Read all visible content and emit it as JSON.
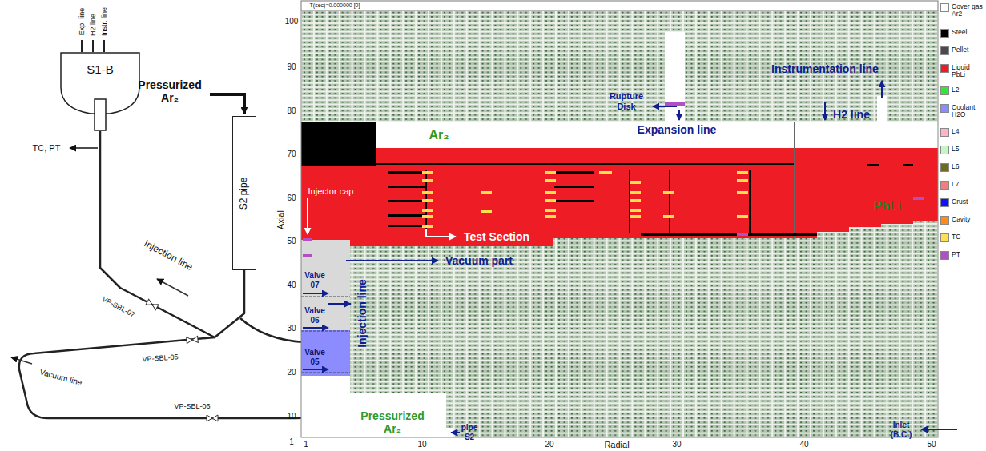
{
  "diagram": {
    "nodes": [
      {
        "text": [
          "S1-B"
        ]
      },
      {
        "text": [
          "S2 pipe"
        ]
      }
    ],
    "edges": [
      {
        "from": 1,
        "to": 0,
        "arrow": "none"
      }
    ],
    "labels": [
      "Exp. line",
      "H2 line",
      "Instr. line",
      "Pressurized Ar₂",
      "TC, PT",
      "Injection line",
      "VP-SBL-07",
      "Vacuum line",
      "VP-SBL-05",
      "VP-SBL-06",
      "T(sec)=0.000000 [0]",
      "Ar₂",
      "Rupture Disk",
      "Expansion line",
      "Instrumentation line",
      "H2 line",
      "Injector cap",
      "Test Section",
      "Vacuum part",
      "PbLi",
      "Valve 07",
      "Valve 06",
      "Valve 05",
      "Injection line",
      "Pressurized Ar₂",
      "pipe S2",
      "Inlet (B.C.)",
      "Axial",
      "Radial",
      "100",
      "90",
      "80",
      "70",
      "60",
      "50",
      "40",
      "30",
      "20",
      "10",
      "1",
      "1",
      "10",
      "20",
      "30",
      "40",
      "50"
    ],
    "legend": [
      {
        "text": "Cover gas Ar2",
        "color": "#ffffff"
      },
      {
        "text": "Steel",
        "color": "#000000"
      },
      {
        "text": "Pellet",
        "color": "#4a4a4a"
      },
      {
        "text": "Liquid PbLi",
        "color": "#ee1c24"
      },
      {
        "text": "L2",
        "color": "#33e633"
      },
      {
        "text": "Coolant H2O",
        "color": "#8c8cff"
      },
      {
        "text": "L4",
        "color": "#ffb3c6"
      },
      {
        "text": "L5",
        "color": "#c8f5c8"
      },
      {
        "text": "L6",
        "color": "#6b6b23"
      },
      {
        "text": "L7",
        "color": "#f08080"
      },
      {
        "text": "Crust",
        "color": "#0a14ff"
      },
      {
        "text": "Cavity",
        "color": "#ff8c1a"
      },
      {
        "text": "TC",
        "color": "#ffe14d"
      },
      {
        "text": "PT",
        "color": "#b24fc4"
      }
    ]
  }
}
